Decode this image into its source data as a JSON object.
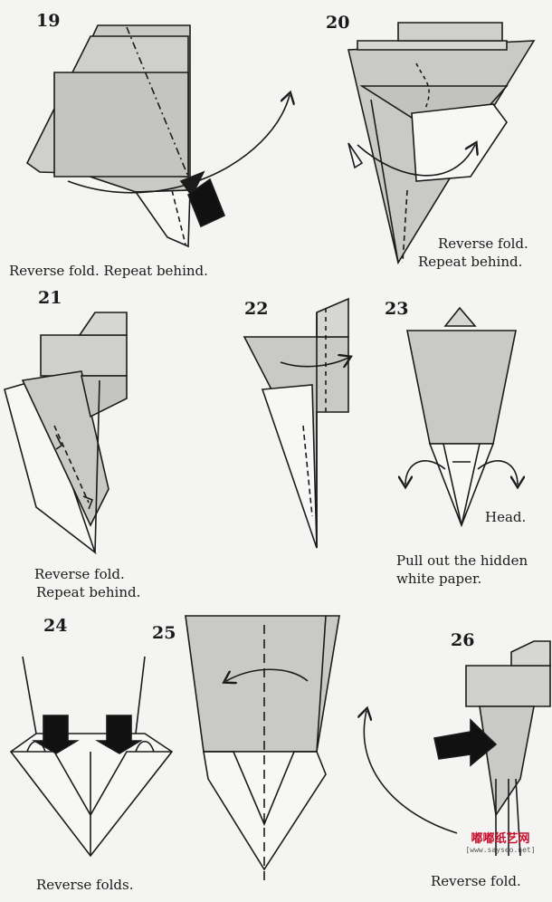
{
  "steps": {
    "s19": "19",
    "s20": "20",
    "s21": "21",
    "s22": "22",
    "s23": "23",
    "s24": "24",
    "s25": "25",
    "s26": "26"
  },
  "captions": {
    "c19": "Reverse fold. Repeat behind.",
    "c20a": "Reverse fold.",
    "c20b": "Repeat behind.",
    "c21a": "Reverse fold.",
    "c21b": "Repeat behind.",
    "head": "Head.",
    "c23a": "Pull out the hidden",
    "c23b": "white paper.",
    "c24": "Reverse folds.",
    "c26": "Reverse fold."
  },
  "watermark": {
    "brand": "嘟嘟纸艺网",
    "url": "[www.sayseo.net]"
  },
  "colors": {
    "paper_gray": "#c9c9c5",
    "paper_white": "#f7f7f5",
    "line": "#1b1b1b",
    "watermark_red": "#c8102e"
  }
}
